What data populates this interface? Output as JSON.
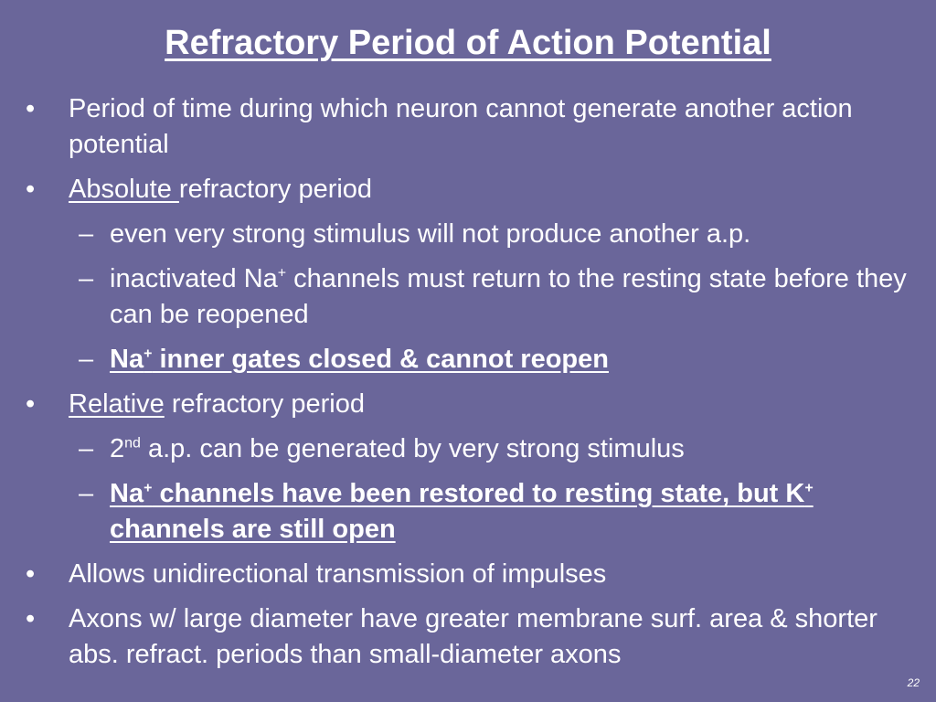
{
  "slide": {
    "title": "Refractory Period of Action Potential",
    "bullet_char": "•",
    "dash_char": "–",
    "page_number": "22",
    "items": [
      {
        "text": "Period of time during which neuron cannot generate another action potential"
      },
      {
        "term": "Absolute ",
        "rest": "refractory period"
      },
      {
        "text": "even very strong stimulus will not produce another a.p."
      },
      {
        "pre": "inactivated Na",
        "sup": "+",
        "post": " channels must return to the resting state before they can be reopened"
      },
      {
        "pre": "Na",
        "sup": "+",
        "post": " inner gates closed & cannot reopen"
      },
      {
        "term": "Relative",
        "rest": " refractory period"
      },
      {
        "pre": "2",
        "sup": "nd",
        "post": " a.p. can be generated by very strong stimulus"
      },
      {
        "pre": "Na",
        "sup": "+",
        "mid": " channels have been restored to resting state, but K",
        "sup2": "+",
        "post": " channels are still open"
      },
      {
        "text": "Allows unidirectional transmission of impulses"
      },
      {
        "text": "Axons w/ large diameter have greater membrane surf. area & shorter abs. refract. periods than small-diameter axons"
      }
    ]
  }
}
